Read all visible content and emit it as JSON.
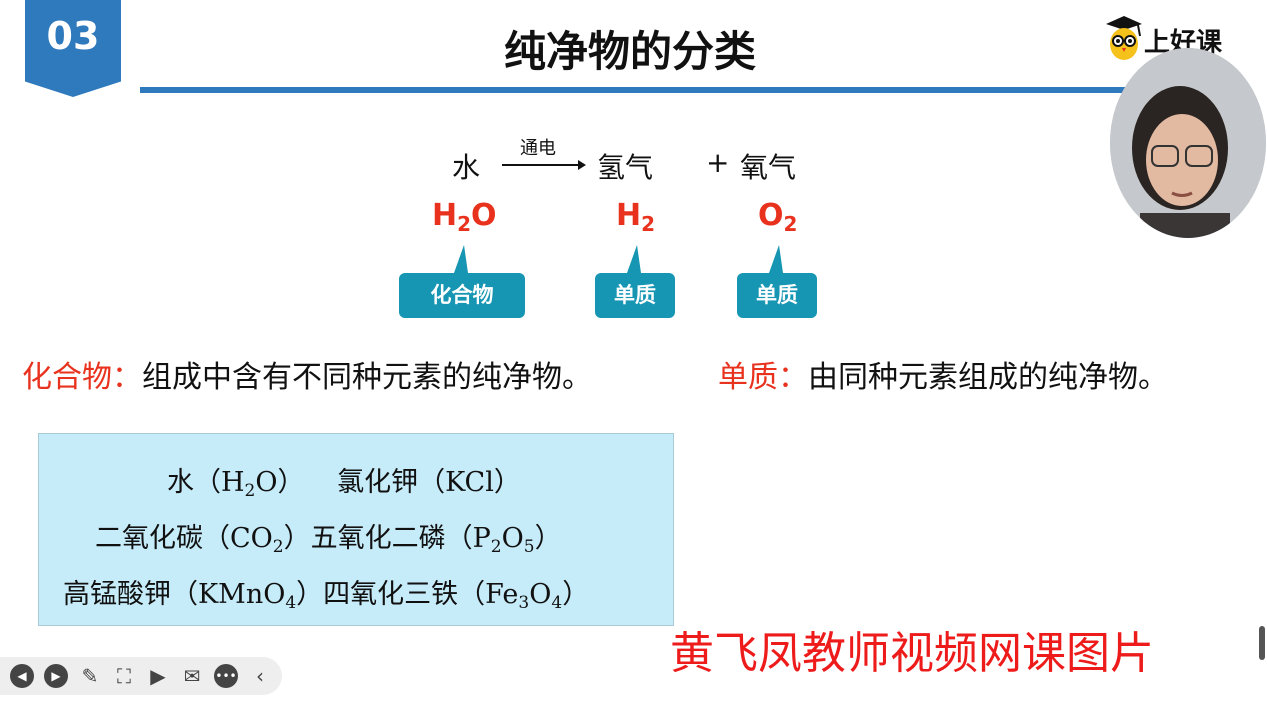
{
  "section_number": "03",
  "title": "纯净物的分类",
  "logo_text": "上好课",
  "equation": {
    "reactant": "水",
    "condition": "通电",
    "product1": "氢气",
    "plus": "+",
    "product2": "氧气"
  },
  "formulas": {
    "water": {
      "base": "H",
      "sub": "2",
      "tail": "O"
    },
    "hydrogen": {
      "base": "H",
      "sub": "2"
    },
    "oxygen": {
      "base": "O",
      "sub": "2"
    }
  },
  "tags": {
    "compound": "化合物",
    "element1": "单质",
    "element2": "单质"
  },
  "definitions": {
    "compound_label": "化合物：",
    "compound_text": "组成中含有不同种元素的纯净物。",
    "element_label": "单质：",
    "element_text": "由同种元素组成的纯净物。"
  },
  "examples": {
    "line1": {
      "a_name": "水（",
      "a_f1": "H",
      "a_s1": "2",
      "a_f2": "O",
      "a_end": "）",
      "b_name": "氯化钾（KCl）"
    },
    "line2": {
      "a_name": "二氧化碳（",
      "a_f1": "CO",
      "a_s1": "2",
      "a_end": "）",
      "b_name": "五氧化二磷（",
      "b_f1": "P",
      "b_s1": "2",
      "b_f2": "O",
      "b_s2": "5",
      "b_end": "）"
    },
    "line3": {
      "a_name": "高锰酸钾（",
      "a_f1": "KMnO",
      "a_s1": "4",
      "a_end": "）",
      "b_name": "四氧化三铁（",
      "b_f1": "Fe",
      "b_s1": "3",
      "b_f2": "O",
      "b_s2": "4",
      "b_end": "）"
    }
  },
  "watermark": "黄飞凤教师视频网课图片",
  "toolbar": {
    "icons": [
      "prev-icon",
      "next-icon",
      "pen-icon",
      "screenshot-icon",
      "camera-icon",
      "comment-icon",
      "more-icon",
      "collapse-icon"
    ]
  },
  "colors": {
    "accent_blue": "#2f79bd",
    "teal": "#1696b3",
    "red": "#e8321e",
    "box_bg": "#c7ecf9"
  }
}
